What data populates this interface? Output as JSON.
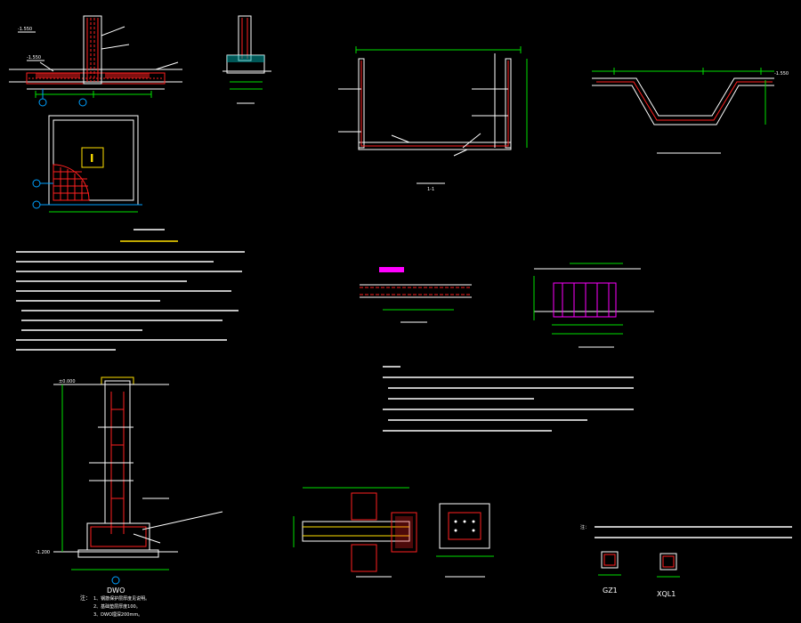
{
  "colors": {
    "background": "#000000",
    "line": "#ffffff",
    "rebar": "#ff2020",
    "dimension": "#00e000",
    "annotation": "#ffff00",
    "axis": "#00a0ff",
    "hatch": "#ff00ff",
    "concrete": "#ffe000"
  },
  "labels": {
    "elevation_a": "-1.550",
    "elevation_b": "-1.550",
    "elevation_c": "-1.550",
    "elevation_d": "-1.200",
    "elevation_e": "±0.000",
    "column_mark": "I",
    "dwo_title": "DWO",
    "gz1": "GZ1",
    "xql1": "XQL1",
    "section_1_1": "1-1",
    "notes_dwo_head": "注：",
    "notes_dwo": [
      "1、钢筋保护层厚度见说明。",
      "2、基础垫层厚度100。",
      "3、DWO埋深200mm。"
    ],
    "notes_right_head": "注：",
    "notes_right": "构造柱GZ1  XQL1"
  }
}
